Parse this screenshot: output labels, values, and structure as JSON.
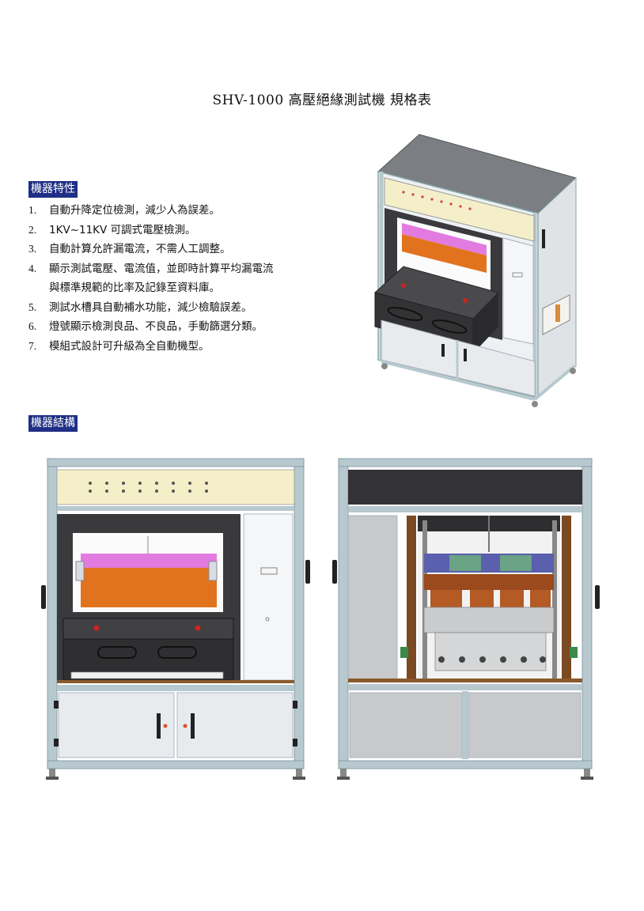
{
  "title": "SHV-1000  高壓絕緣測試機  規格表",
  "features_label": "機器特性",
  "features": [
    {
      "num": "1.",
      "text": "自動升降定位檢測，減少人為誤差。",
      "cont": ""
    },
    {
      "num": "2.",
      "text": "1KV~11KV 可調式電壓檢測。",
      "cont": ""
    },
    {
      "num": "3.",
      "text": "自動計算允許漏電流，不需人工調整。",
      "cont": ""
    },
    {
      "num": "4.",
      "text": "顯示測試電壓、電流值，並即時計算平均漏電流",
      "cont": "與標準規範的比率及記錄至資料庫。"
    },
    {
      "num": "5.",
      "text": "測試水槽具自動補水功能，減少檢驗誤差。",
      "cont": ""
    },
    {
      "num": "6.",
      "text": "燈號顯示檢測良品、不良品，手動篩選分類。",
      "cont": ""
    },
    {
      "num": "7.",
      "text": "模組式設計可升級為全自動機型。",
      "cont": ""
    }
  ],
  "structure_label": "機器結構",
  "colors": {
    "label_bg": "#1f2f86",
    "frame": "#b7c9cf",
    "panel_top": "#f4efc8",
    "pink": "#e27be0",
    "orange": "#e2731e",
    "dark_cabinet": "#3a3a3c",
    "door_panel": "#e8ebee"
  }
}
